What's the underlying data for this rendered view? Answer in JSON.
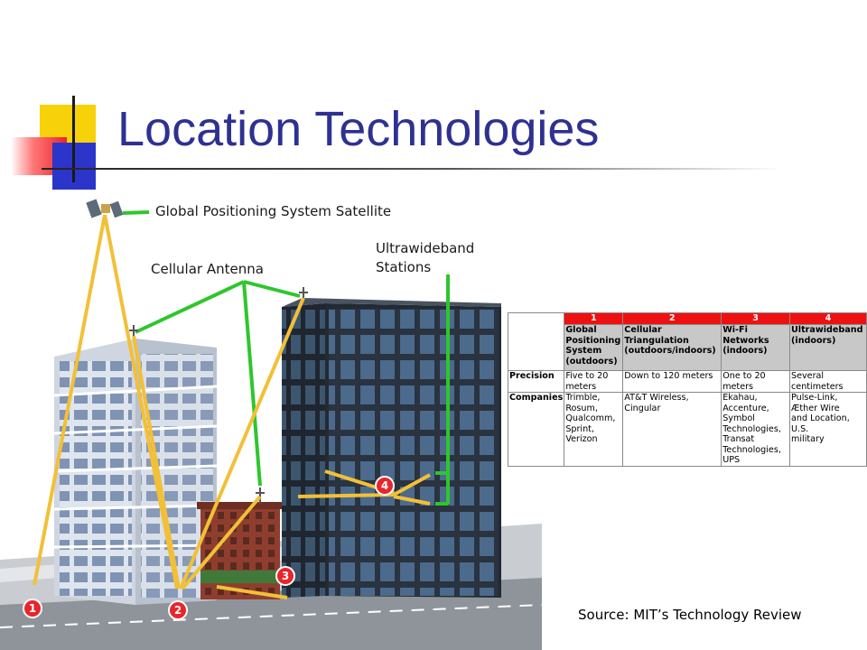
{
  "slide": {
    "title": "Location Technologies",
    "source": "Source: MIT’s Technology Review"
  },
  "diagram": {
    "labels": {
      "gps": "Global Positioning System Satellite",
      "cellular": "Cellular Antenna",
      "uwb_line1": "Ultrawideband",
      "uwb_line2": "Stations"
    },
    "markers": [
      "1",
      "2",
      "3",
      "4"
    ]
  },
  "table": {
    "numbers": [
      "1",
      "2",
      "3",
      "4"
    ],
    "technologies": [
      [
        "Global",
        "Positioning",
        "System",
        "(outdoors)"
      ],
      [
        "Cellular",
        "Triangulation",
        "(outdoors/indoors)"
      ],
      [
        "Wi-Fi",
        "Networks",
        "(indoors)"
      ],
      [
        "Ultrawideband",
        "(indoors)"
      ]
    ],
    "rows": [
      {
        "header": "Precision",
        "cells": [
          [
            "Five to 20",
            "meters"
          ],
          [
            "Down to 120 meters"
          ],
          [
            "One to 20",
            "meters"
          ],
          [
            "Several",
            "centimeters"
          ]
        ]
      },
      {
        "header": "Companies",
        "cells": [
          [
            "Trimble,",
            "Rosum,",
            "Qualcomm,",
            "Sprint,",
            "Verizon"
          ],
          [
            "AT&T Wireless,",
            "Cingular"
          ],
          [
            "Ekahau,",
            "Accenture,",
            "Symbol",
            "Technologies,",
            "Transat",
            "Technologies,",
            "UPS"
          ],
          [
            "Pulse-Link,",
            "Æther Wire",
            "and Location,",
            "U.S.",
            "military"
          ]
        ]
      }
    ]
  },
  "colors": {
    "title": "#2e3191",
    "header_number_bg": "#ee1111",
    "header_name_bg": "#c8c8c8",
    "gps_line": "#f2c038",
    "antenna_line": "#2ec62e",
    "marker": "#e8252b"
  }
}
